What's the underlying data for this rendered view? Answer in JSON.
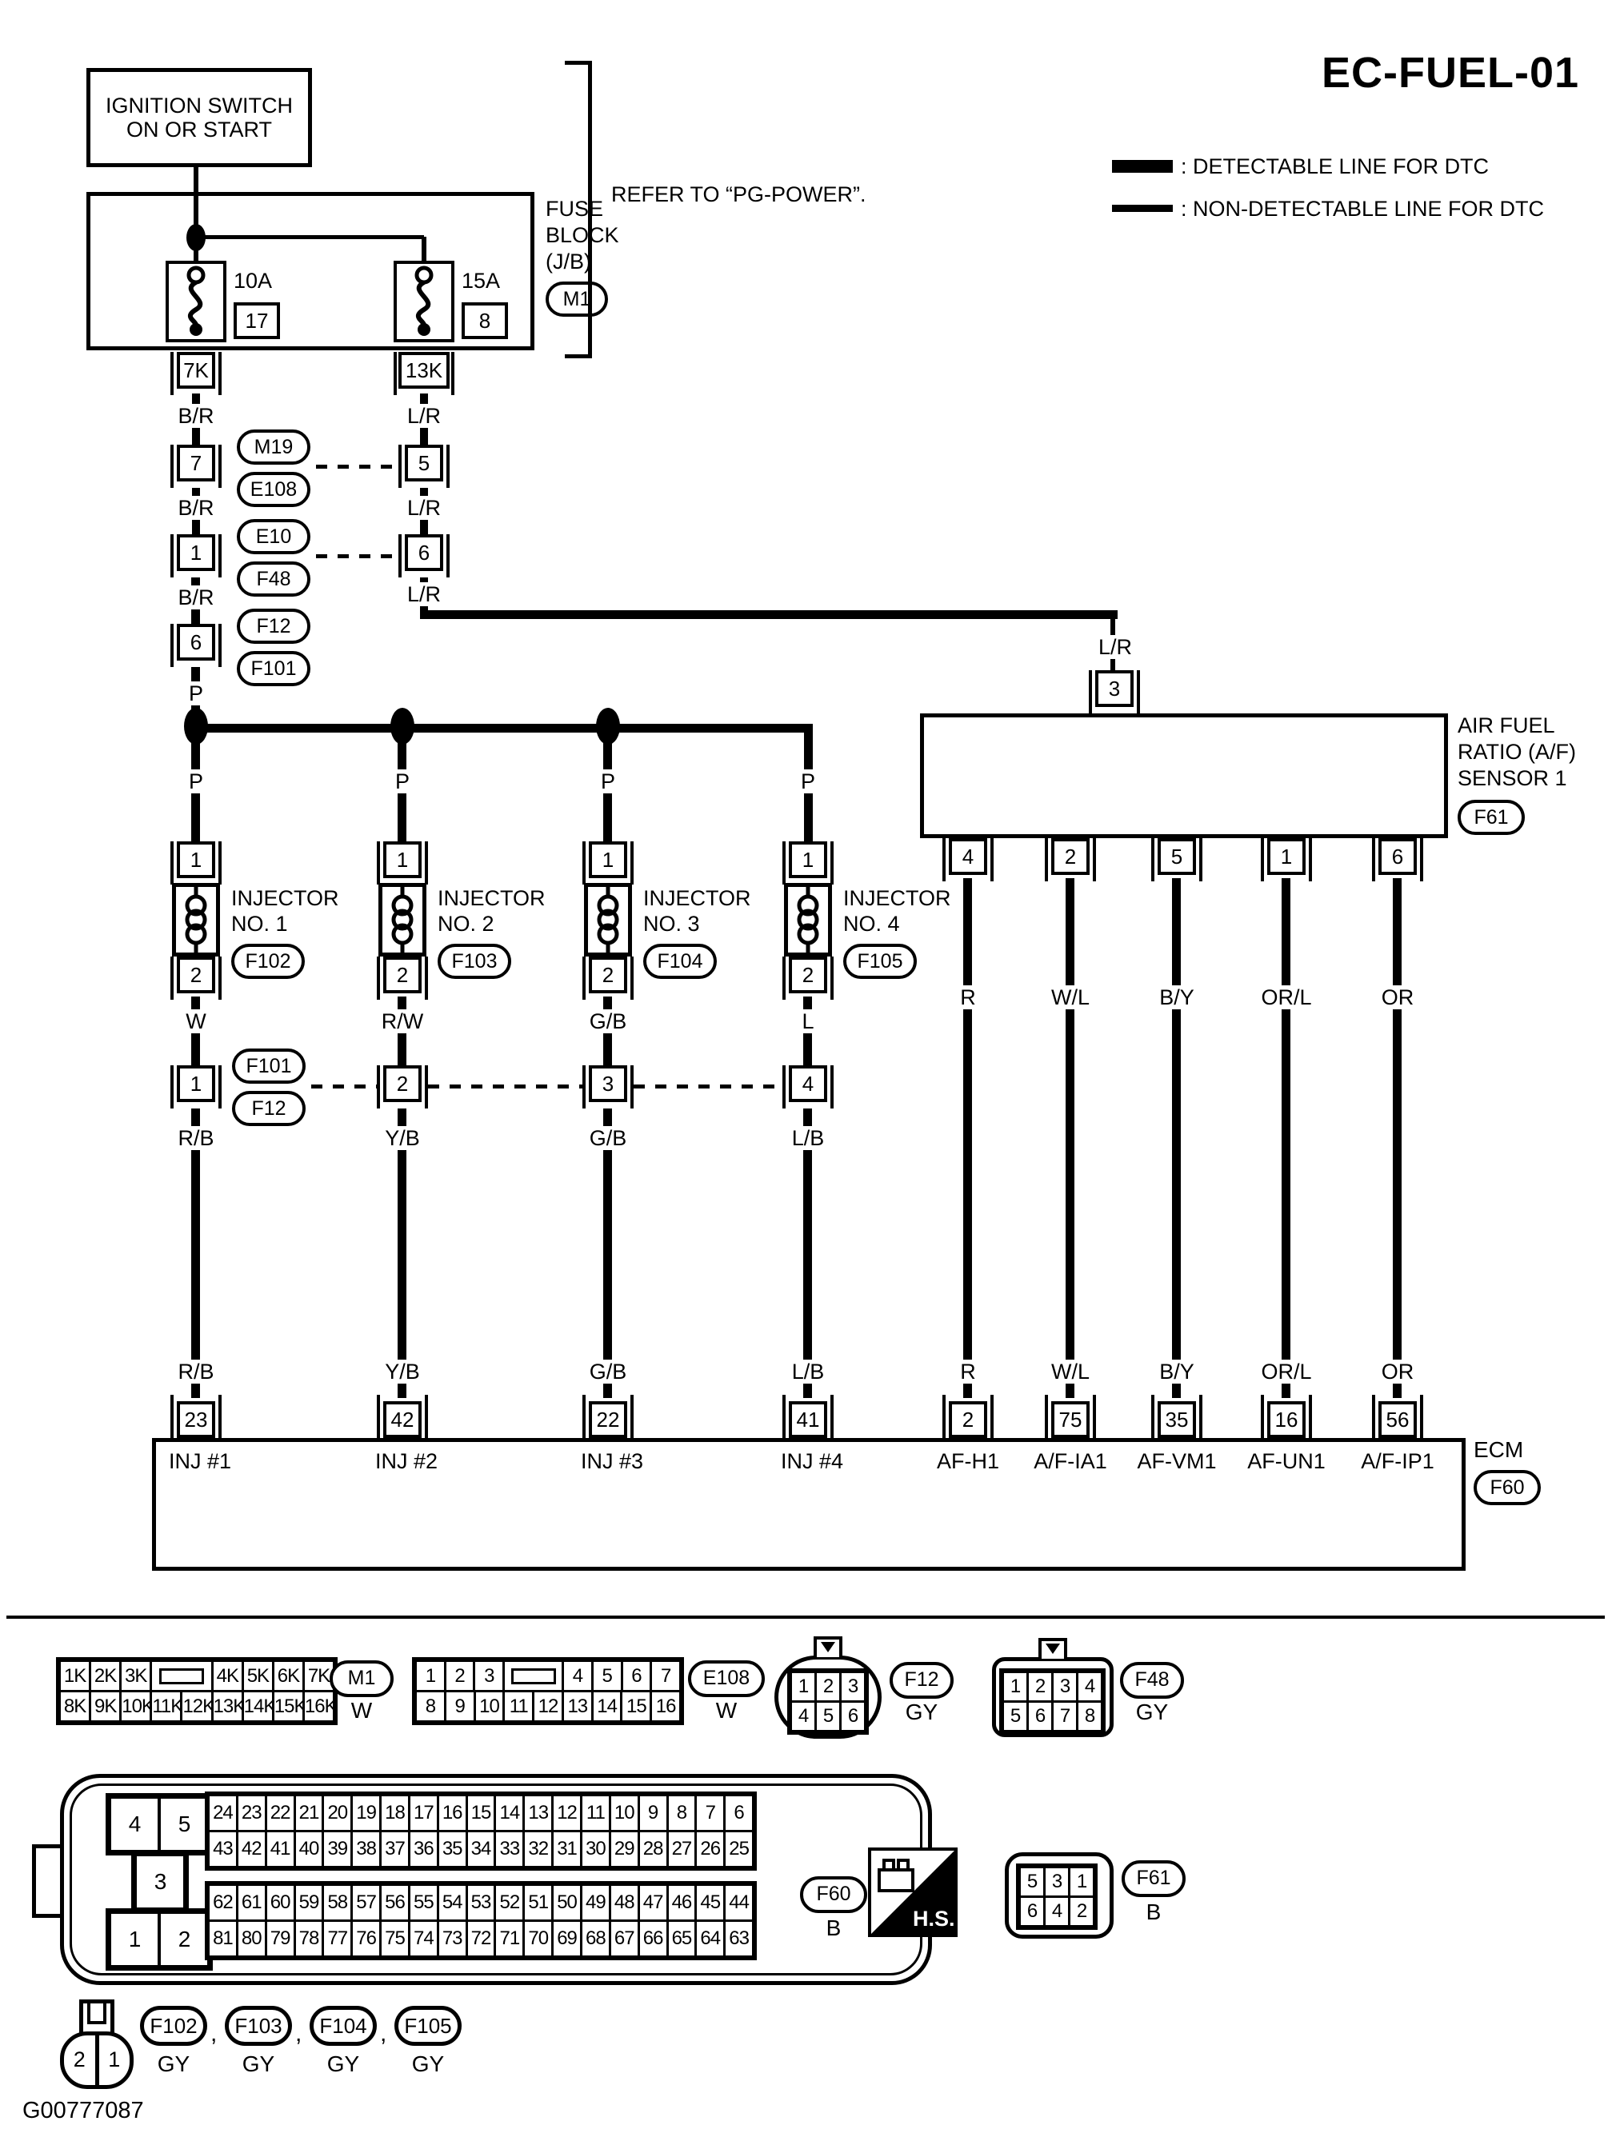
{
  "title": "EC-FUEL-01",
  "legend": {
    "detectable": ": DETECTABLE LINE FOR DTC",
    "non_detectable": ": NON-DETECTABLE LINE FOR DTC"
  },
  "ignition": {
    "line1": "IGNITION SWITCH",
    "line2": "ON OR START"
  },
  "fuse_block": {
    "label1": "FUSE",
    "label2": "BLOCK",
    "label3": "(J/B)",
    "ref": "M1",
    "refer_note": "REFER TO “PG-POWER”.",
    "fuses": [
      {
        "amp": "10A",
        "slot": "17",
        "out_pin": "7K"
      },
      {
        "amp": "15A",
        "slot": "8",
        "out_pin": "13K"
      }
    ]
  },
  "left_chain": {
    "wire": "B/R",
    "wire_out": "P",
    "connectors": [
      {
        "pin": "7",
        "ref_top": "M19",
        "ref_bottom": "E108"
      },
      {
        "pin": "1",
        "ref_top": "E10",
        "ref_bottom": "F48"
      },
      {
        "pin": "6",
        "ref_top": "F12",
        "ref_bottom": "F101"
      }
    ]
  },
  "right_chain": {
    "wire": "L/R",
    "connectors": [
      {
        "pin": "5"
      },
      {
        "pin": "6"
      }
    ]
  },
  "injectors": [
    {
      "p": "P",
      "pin_top": "1",
      "pin_bottom": "2",
      "name1": "INJECTOR",
      "name2": "NO. 1",
      "ref": "F102",
      "wire_upper": "W",
      "mid_pin": "1",
      "wire_lower": "R/B",
      "ecm_pin": "23",
      "ecm_label": "INJ #1"
    },
    {
      "p": "P",
      "pin_top": "1",
      "pin_bottom": "2",
      "name1": "INJECTOR",
      "name2": "NO. 2",
      "ref": "F103",
      "wire_upper": "R/W",
      "mid_pin": "2",
      "wire_lower": "Y/B",
      "ecm_pin": "42",
      "ecm_label": "INJ #2"
    },
    {
      "p": "P",
      "pin_top": "1",
      "pin_bottom": "2",
      "name1": "INJECTOR",
      "name2": "NO. 3",
      "ref": "F104",
      "wire_upper": "G/B",
      "mid_pin": "3",
      "wire_lower": "G/B",
      "ecm_pin": "22",
      "ecm_label": "INJ #3"
    },
    {
      "p": "P",
      "pin_top": "1",
      "pin_bottom": "2",
      "name1": "INJECTOR",
      "name2": "NO. 4",
      "ref": "F105",
      "wire_upper": "L",
      "mid_pin": "4",
      "wire_lower": "L/B",
      "ecm_pin": "41",
      "ecm_label": "INJ #4"
    }
  ],
  "mid_row": {
    "ref_top": "F101",
    "ref_bottom": "F12"
  },
  "af_sensor": {
    "feed_wire": "L/R",
    "top_pin": "3",
    "name1": "AIR FUEL",
    "name2": "RATIO (A/F)",
    "name3": "SENSOR 1",
    "ref": "F61",
    "pins": [
      {
        "pin": "4",
        "wire": "R",
        "ecm_pin": "2",
        "ecm_label": "AF-H1"
      },
      {
        "pin": "2",
        "wire": "W/L",
        "ecm_pin": "75",
        "ecm_label": "A/F-IA1"
      },
      {
        "pin": "5",
        "wire": "B/Y",
        "ecm_pin": "35",
        "ecm_label": "AF-VM1"
      },
      {
        "pin": "1",
        "wire": "OR/L",
        "ecm_pin": "16",
        "ecm_label": "AF-UN1"
      },
      {
        "pin": "6",
        "wire": "OR",
        "ecm_pin": "56",
        "ecm_label": "A/F-IP1"
      }
    ]
  },
  "ecm": {
    "name": "ECM",
    "ref": "F60"
  },
  "footer": {
    "m1": {
      "ref": "M1",
      "color": "W",
      "rows": [
        [
          "1K",
          "2K",
          "3K",
          "NOTCH",
          "4K",
          "5K",
          "6K",
          "7K"
        ],
        [
          "8K",
          "9K",
          "10K",
          "11K",
          "12K",
          "13K",
          "14K",
          "15K",
          "16K"
        ]
      ]
    },
    "e108": {
      "ref": "E108",
      "color": "W",
      "rows": [
        [
          "1",
          "2",
          "3",
          "NOTCH",
          "4",
          "5",
          "6",
          "7"
        ],
        [
          "8",
          "9",
          "10",
          "11",
          "12",
          "13",
          "14",
          "15",
          "16"
        ]
      ]
    },
    "f12": {
      "ref": "F12",
      "color": "GY",
      "rows": [
        [
          "1",
          "2",
          "3"
        ],
        [
          "4",
          "5",
          "6"
        ]
      ]
    },
    "f48": {
      "ref": "F48",
      "color": "GY",
      "rows": [
        [
          "1",
          "2",
          "3",
          "4"
        ],
        [
          "5",
          "6",
          "7",
          "8"
        ]
      ]
    },
    "f60": {
      "ref": "F60",
      "color": "B",
      "hs": "H.S.",
      "left_pair_top": [
        [
          "4",
          "5"
        ]
      ],
      "left_mid": [
        [
          "3"
        ]
      ],
      "left_pair_bottom": [
        [
          "1",
          "2"
        ]
      ],
      "grid_top": [
        [
          "24",
          "23",
          "22",
          "21",
          "20",
          "19",
          "18",
          "17",
          "16",
          "15",
          "14",
          "13",
          "12",
          "11",
          "10",
          "9",
          "8",
          "7",
          "6"
        ],
        [
          "43",
          "42",
          "41",
          "40",
          "39",
          "38",
          "37",
          "36",
          "35",
          "34",
          "33",
          "32",
          "31",
          "30",
          "29",
          "28",
          "27",
          "26",
          "25"
        ]
      ],
      "grid_bottom": [
        [
          "62",
          "61",
          "60",
          "59",
          "58",
          "57",
          "56",
          "55",
          "54",
          "53",
          "52",
          "51",
          "50",
          "49",
          "48",
          "47",
          "46",
          "45",
          "44"
        ],
        [
          "81",
          "80",
          "79",
          "78",
          "77",
          "76",
          "75",
          "74",
          "73",
          "72",
          "71",
          "70",
          "69",
          "68",
          "67",
          "66",
          "65",
          "64",
          "63"
        ]
      ]
    },
    "f61": {
      "ref": "F61",
      "color": "B",
      "rows": [
        [
          "5",
          "3",
          "1"
        ],
        [
          "6",
          "4",
          "2"
        ]
      ]
    },
    "inj_view": {
      "cells": [
        [
          "2",
          "1"
        ]
      ],
      "refs": [
        "F102",
        "F103",
        "F104",
        "F105"
      ],
      "comma": ",",
      "color": "GY"
    },
    "doc_id": "G00777087"
  }
}
